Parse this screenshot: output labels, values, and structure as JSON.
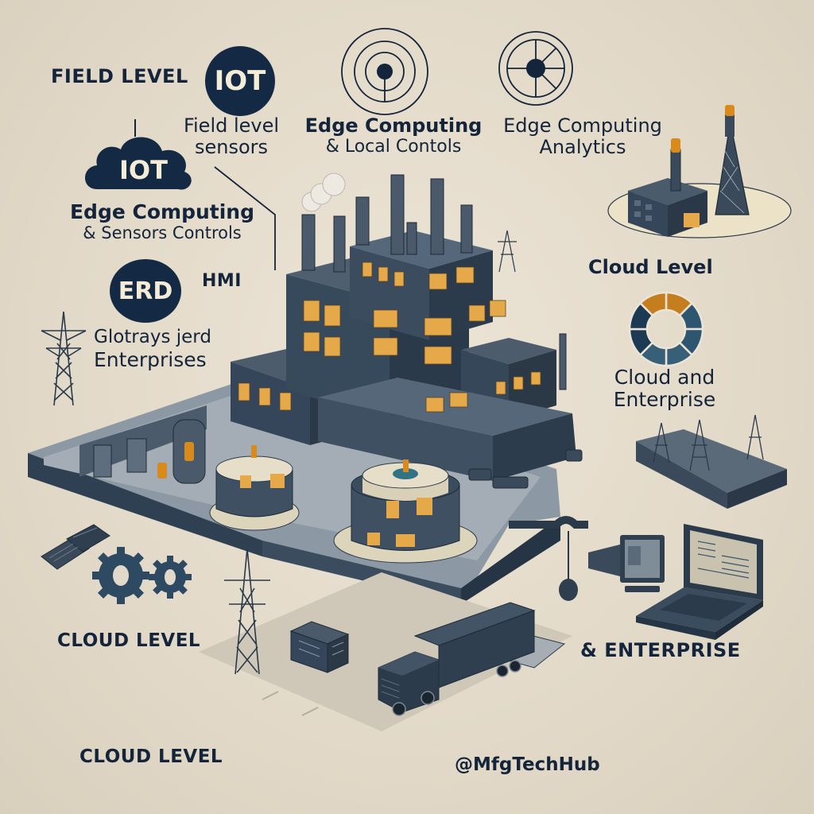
{
  "theme": {
    "background": "#e2d9c8",
    "ink": "#14243a",
    "badge_fill": "#142a44",
    "badge_text": "#f4ecd6",
    "building": "#3b4a5a",
    "building_dark": "#2c3946",
    "window_glow": "#e5a94a",
    "accent_orange": "#d98a1c",
    "accent_teal": "#2f7384"
  },
  "labels": {
    "field_level_title": "FIELD LEVEL",
    "iot_badge_top": "IOT",
    "field_sensors_line1": "Field level",
    "field_sensors_line2": "sensors",
    "edge_local_line1": "Edge Computing",
    "edge_local_line2": "& Local Contols",
    "edge_analytics_line1": "Edge Computing",
    "edge_analytics_line2": "Analytics",
    "iot_cloud_badge": "IOT",
    "edge_sensors_line1": "Edge Computing",
    "edge_sensors_line2": "& Sensors Controls",
    "erd_badge": "ERD",
    "hmi": "HMI",
    "enterprises_line1": "Glotrays jerd",
    "enterprises_line2": "Enterprises",
    "cloud_level_right": "Cloud Level",
    "cloud_enterprise_line1": "Cloud and",
    "cloud_enterprise_line2": "Enterprise",
    "cloud_level_mid_left": "CLOUD LEVEL",
    "and_enterprise": "& ENTERPRISE",
    "cloud_level_bottom": "CLOUD LEVEL",
    "handle": "@MfgTechHub"
  },
  "icons": [
    "iot-circle-badge",
    "iot-cloud-badge",
    "erd-circle-badge",
    "edge-radar-icon",
    "edge-analytics-wheel-icon",
    "cloud-level-factory-icon",
    "segmented-ring-icon",
    "power-pylon-icon",
    "gears-icon",
    "circuit-boards-icon",
    "laptop-icon",
    "monitor-icon",
    "truck-icon",
    "container-icon",
    "main-factory-illustration",
    "storage-tanks"
  ]
}
